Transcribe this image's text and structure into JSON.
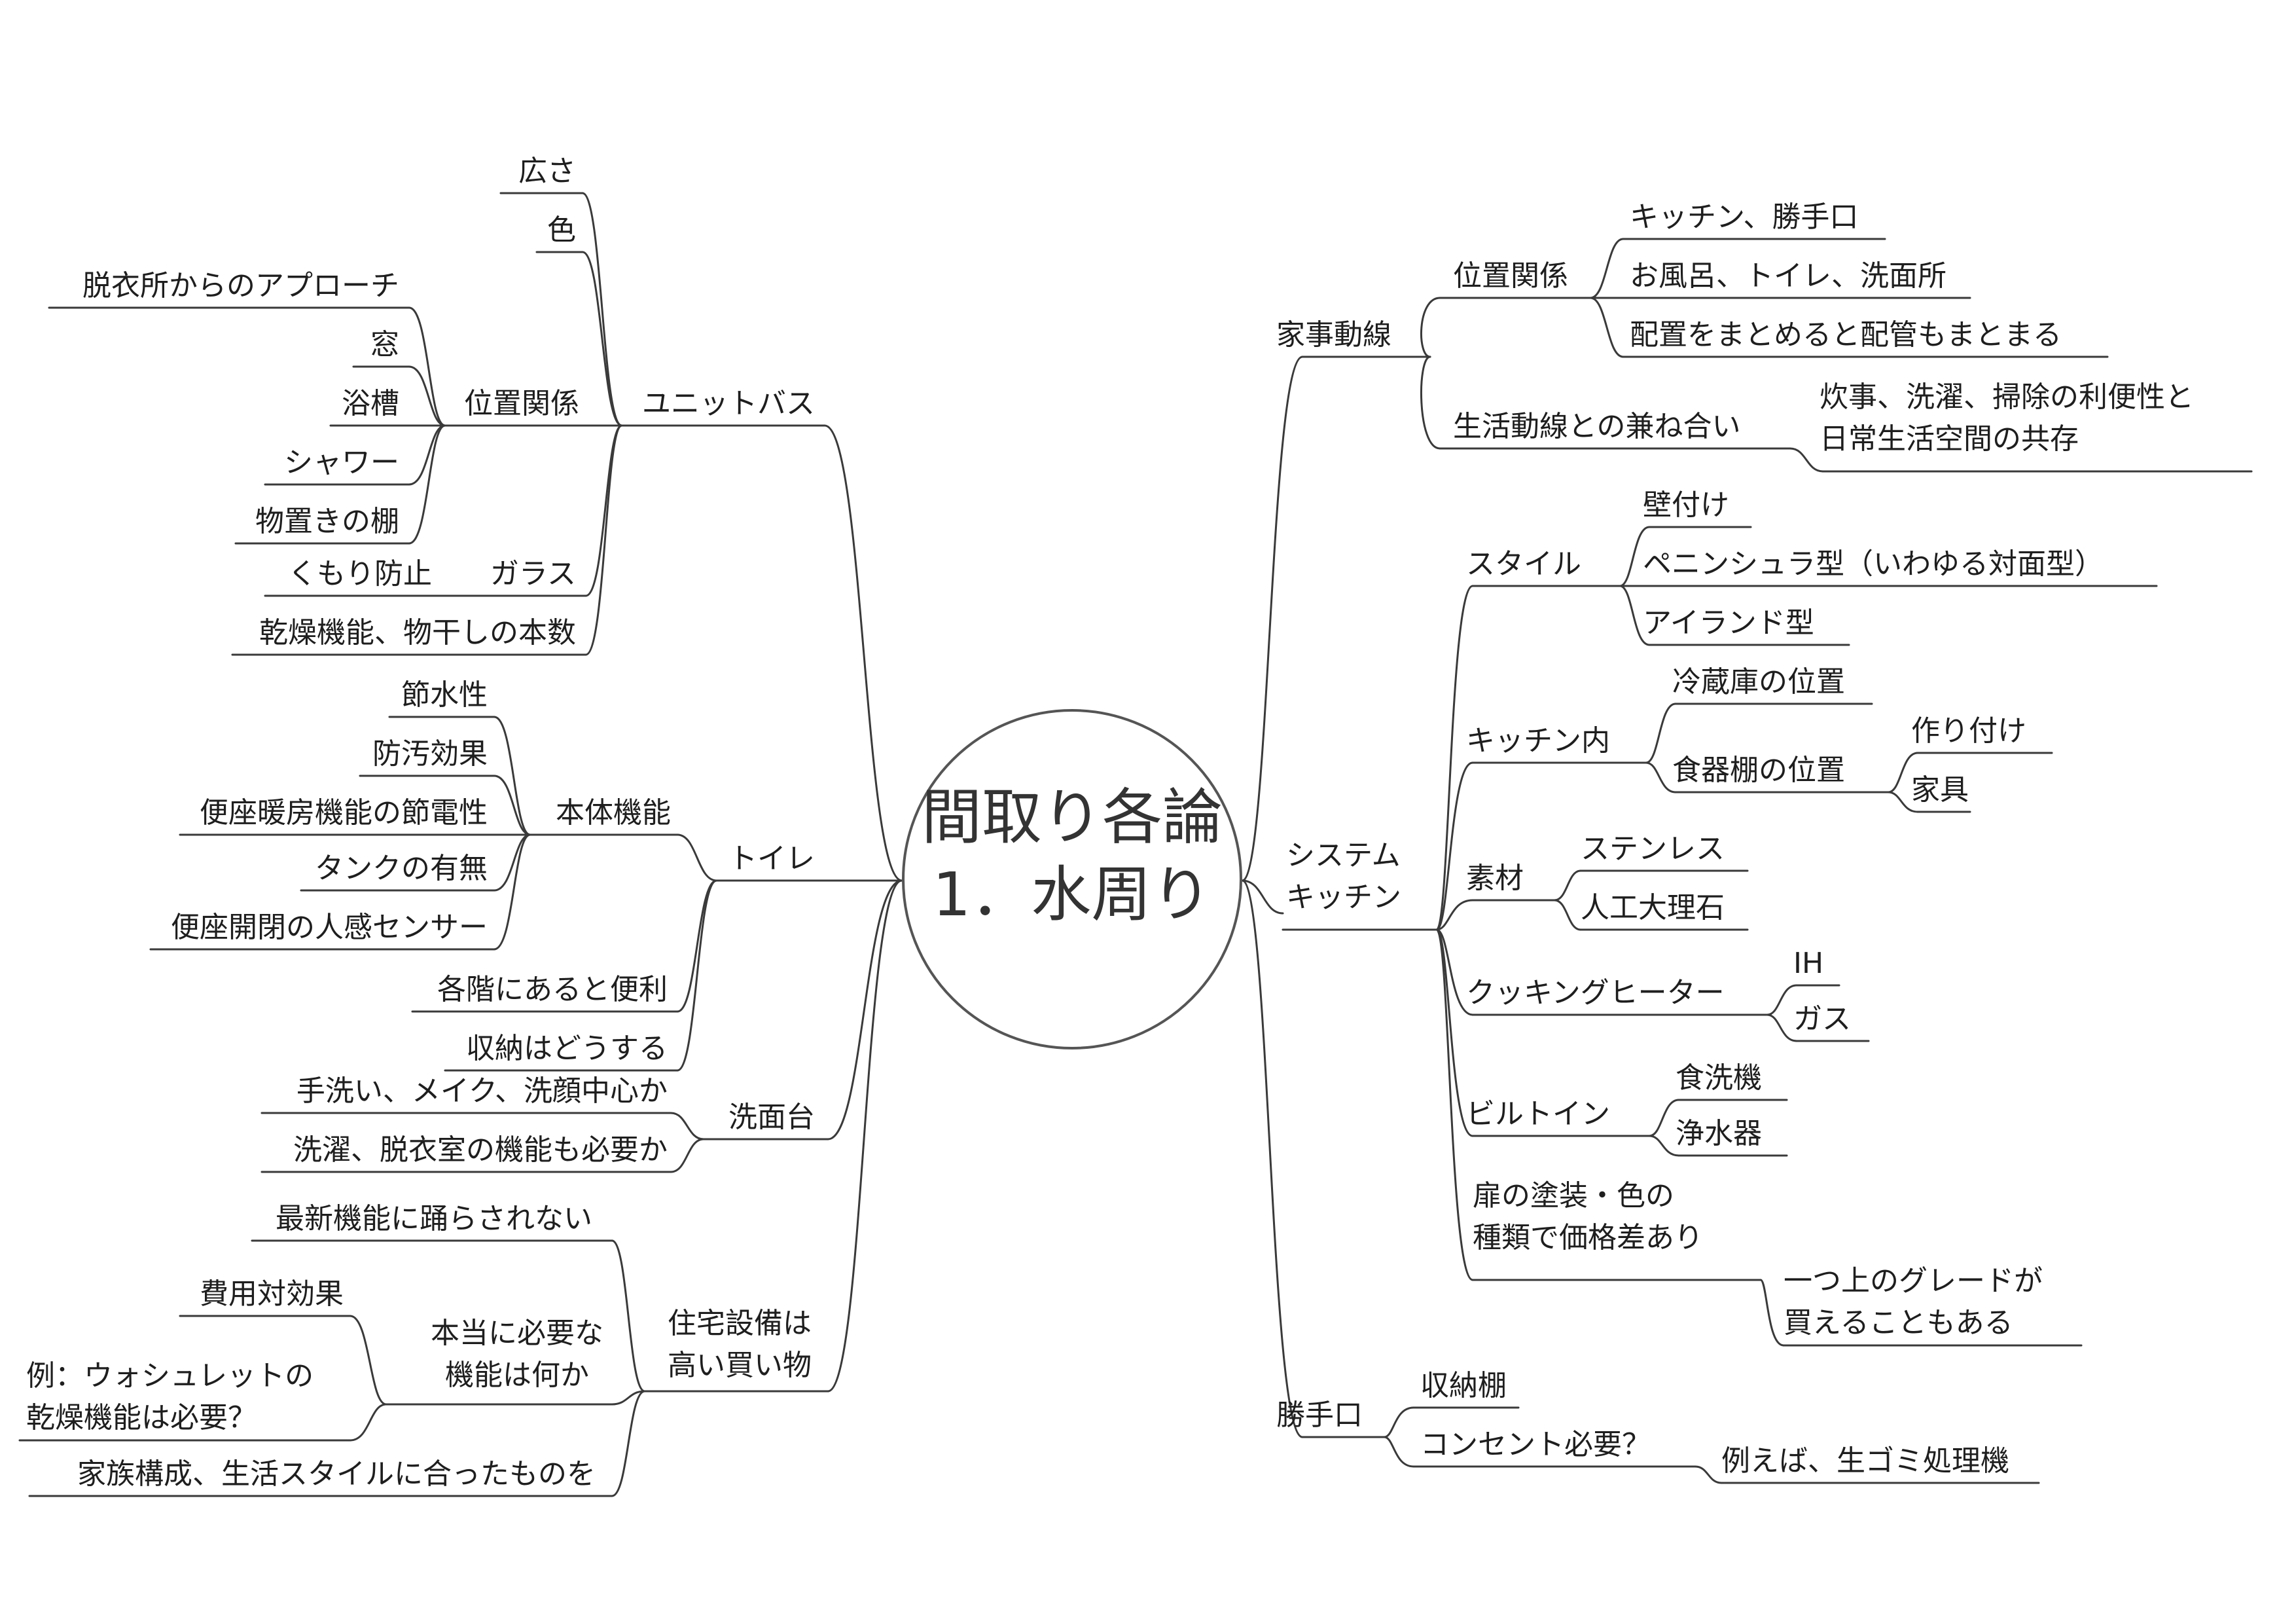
{
  "center": {
    "line1": "間取り各論",
    "line2": "1．水周り"
  },
  "left": {
    "unit_bath": {
      "label": "ユニットバス",
      "hirosa": "広さ",
      "iro": "色",
      "ichi": {
        "label": "位置関係",
        "items": [
          "脱衣所からのアプローチ",
          "窓",
          "浴槽",
          "シャワー",
          "物置きの棚"
        ]
      },
      "glass": {
        "label": "ガラス",
        "item": "くもり防止"
      },
      "kansou": "乾燥機能、物干しの本数"
    },
    "toilet": {
      "label": "トイレ",
      "hontai": {
        "label": "本体機能",
        "items": [
          "節水性",
          "防汚効果",
          "便座暖房機能の節電性",
          "タンクの有無",
          "便座開閉の人感センサー"
        ]
      },
      "kakukai": "各階にあると便利",
      "shuno": "収納はどうする"
    },
    "senmen": {
      "label": "洗面台",
      "items": [
        "手洗い、メイク、洗顔中心か",
        "洗濯、脱衣室の機能も必要か"
      ]
    },
    "jutaku": {
      "label1": "住宅設備は",
      "label2": "高い買い物",
      "saishin": "最新機能に踊らされない",
      "hontou": {
        "label1": "本当に必要な",
        "label2": "機能は何か",
        "hiyou": "費用対効果",
        "rei1": "例：ウォシュレットの",
        "rei2": "乾燥機能は必要？"
      },
      "kazoku": "家族構成、生活スタイルに合ったものを"
    }
  },
  "right": {
    "kaji": {
      "label": "家事動線",
      "ichi": {
        "label": "位置関係",
        "items": [
          "キッチン、勝手口",
          "お風呂、トイレ、洗面所",
          "配置をまとめると配管もまとまる"
        ]
      },
      "seikatsu": {
        "label": "生活動線との兼ね合い",
        "item1": "炊事、洗濯、掃除の利便性と",
        "item2": "日常生活空間の共存"
      }
    },
    "system": {
      "label1": "システム",
      "label2": "キッチン",
      "style": {
        "label": "スタイル",
        "items": [
          "壁付け",
          "ペニンシュラ型（いわゆる対面型）",
          "アイランド型"
        ]
      },
      "kitchen_nai": {
        "label": "キッチン内",
        "reizouko": "冷蔵庫の位置",
        "shokki": {
          "label": "食器棚の位置",
          "items": [
            "作り付け",
            "家具"
          ]
        }
      },
      "sozai": {
        "label": "素材",
        "items": [
          "ステンレス",
          "人工大理石"
        ]
      },
      "cooking": {
        "label": "クッキングヒーター",
        "items": [
          "IH",
          "ガス"
        ]
      },
      "builtin": {
        "label": "ビルトイン",
        "items": [
          "食洗機",
          "浄水器"
        ]
      },
      "tobira": {
        "label1": "扉の塗装・色の",
        "label2": "種類で価格差あり",
        "item1": "一つ上のグレードが",
        "item2": "買えることもある"
      }
    },
    "katteguchi": {
      "label": "勝手口",
      "shuno": "収納棚",
      "consent": {
        "label": "コンセント必要？",
        "item": "例えば、生ゴミ処理機"
      }
    }
  },
  "colors": {
    "line": "#3a3a3a",
    "text": "#1e1e1e",
    "background": "#ffffff"
  }
}
